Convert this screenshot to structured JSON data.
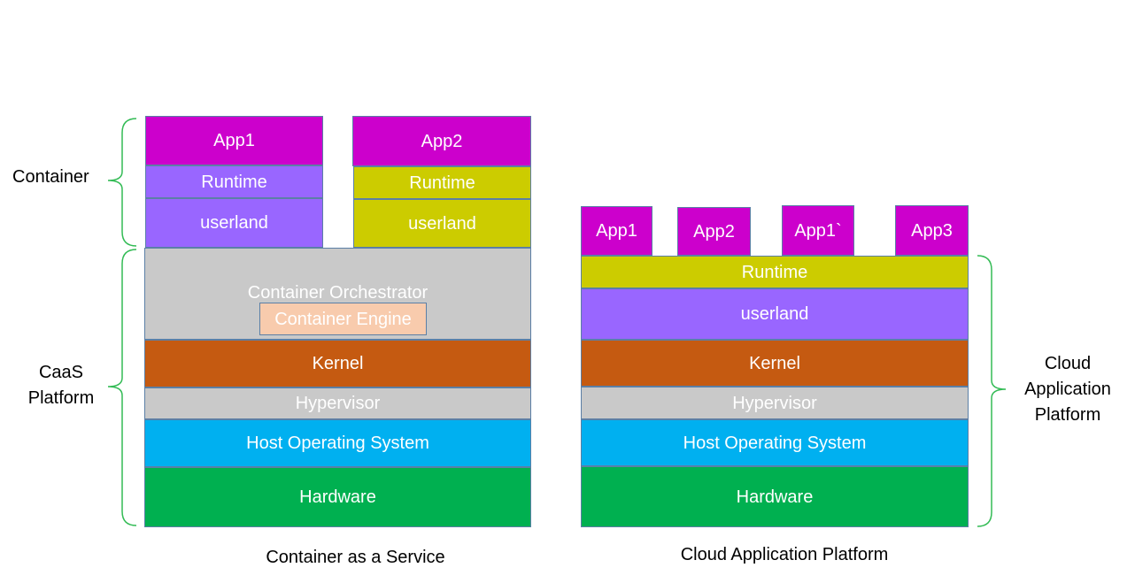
{
  "colors": {
    "app": "#cc00cc",
    "runtime_purple": "#9966ff",
    "runtime_olive": "#cccc00",
    "userland_purple": "#9966ff",
    "userland_olive": "#cccc00",
    "orchestrator": "#c9c9c9",
    "engine": "#f8cbad",
    "kernel": "#c55a11",
    "hypervisor": "#c9c9c9",
    "host_os": "#00b0f0",
    "hardware": "#00b050",
    "brace": "#33bb55"
  },
  "caas": {
    "app1": "App1",
    "app2": "App2",
    "runtime1": "Runtime",
    "runtime2": "Runtime",
    "userland1": "userland",
    "userland2": "userland",
    "orchestrator": "Container Orchestrator",
    "engine": "Container Engine",
    "kernel": "Kernel",
    "hypervisor": "Hypervisor",
    "host_os": "Host Operating System",
    "hardware": "Hardware",
    "caption": "Container as a Service"
  },
  "cap": {
    "apps": [
      "App1",
      "App2",
      "App1`",
      "App3"
    ],
    "runtime": "Runtime",
    "userland": "userland",
    "kernel": "Kernel",
    "hypervisor": "Hypervisor",
    "host_os": "Host Operating System",
    "hardware": "Hardware",
    "caption": "Cloud Application Platform"
  },
  "labels": {
    "container": "Container",
    "caas_line1": "CaaS",
    "caas_line2": "Platform",
    "cloud_line1": "Cloud",
    "cloud_line2": "Application",
    "cloud_line3": "Platform"
  }
}
